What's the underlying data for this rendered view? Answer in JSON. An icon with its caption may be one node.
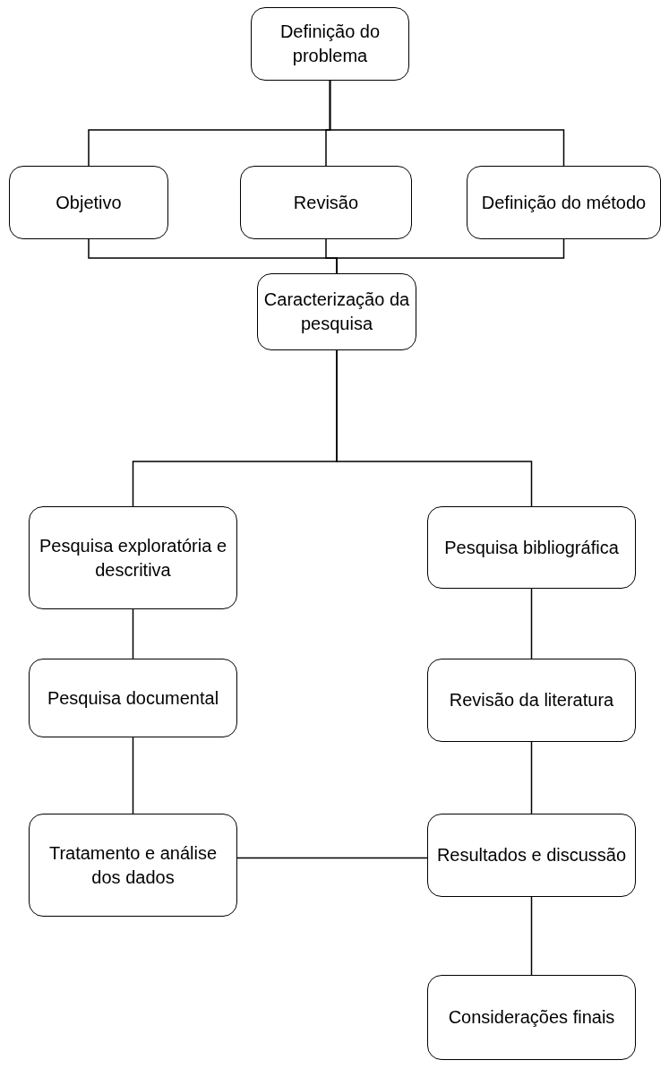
{
  "diagram": {
    "nodes": [
      {
        "text": [
          "Definição do problema"
        ]
      },
      {
        "text": [
          "Objetivo"
        ]
      },
      {
        "text": [
          "Revisão"
        ]
      },
      {
        "text": [
          "Definição do método"
        ]
      },
      {
        "text": [
          "Caracterização da pesquisa"
        ]
      },
      {
        "text": [
          "Pesquisa exploratória e descritiva"
        ]
      },
      {
        "text": [
          "Pesquisa bibliográfica"
        ]
      },
      {
        "text": [
          "Pesquisa documental"
        ]
      },
      {
        "text": [
          "Revisão da literatura"
        ]
      },
      {
        "text": [
          "Tratamento e análise dos dados"
        ]
      },
      {
        "text": [
          "Resultados e discussão"
        ]
      },
      {
        "text": [
          "Considerações finais"
        ]
      }
    ],
    "edges": [
      {
        "from": 0,
        "to": 1,
        "arrow": "none"
      },
      {
        "from": 0,
        "to": 2,
        "arrow": "none"
      },
      {
        "from": 0,
        "to": 3,
        "arrow": "none"
      },
      {
        "from": 1,
        "to": 4,
        "arrow": "none"
      },
      {
        "from": 2,
        "to": 4,
        "arrow": "none"
      },
      {
        "from": 3,
        "to": 4,
        "arrow": "none"
      },
      {
        "from": 4,
        "to": 5,
        "arrow": "none"
      },
      {
        "from": 4,
        "to": 6,
        "arrow": "none"
      },
      {
        "from": 5,
        "to": 7,
        "arrow": "none"
      },
      {
        "from": 7,
        "to": 9,
        "arrow": "none"
      },
      {
        "from": 6,
        "to": 8,
        "arrow": "none"
      },
      {
        "from": 8,
        "to": 10,
        "arrow": "none"
      },
      {
        "from": 9,
        "to": 10,
        "arrow": "none"
      },
      {
        "from": 10,
        "to": 11,
        "arrow": "none"
      }
    ]
  }
}
